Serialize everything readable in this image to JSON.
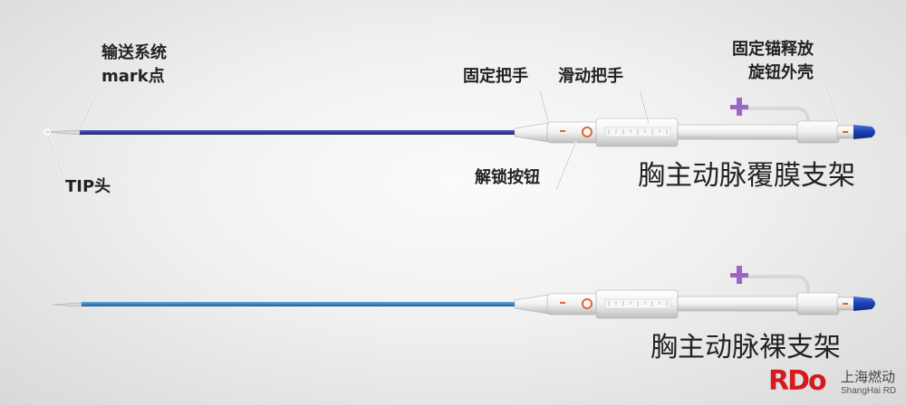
{
  "labels": {
    "mark_line1": "输送系统",
    "mark_line2": "mark点",
    "tip": "TIP头",
    "fixed_handle": "固定把手",
    "slide_handle": "滑动把手",
    "anchor_release_line1": "固定锚释放",
    "anchor_release_line2": "旋钮外壳",
    "unlock_button": "解锁按钮"
  },
  "devices": {
    "top_title": "胸主动脉覆膜支架",
    "bottom_title": "胸主动脉裸支架"
  },
  "logo": {
    "mark": "RDo",
    "name_cn": "上海燃动",
    "name_en": "ShangHai RD"
  },
  "colors": {
    "top_shaft": "#2a3592",
    "bottom_shaft": "#2f7fc1",
    "end_cap": "#1d3fb0",
    "accent_orange": "#e2632b",
    "port_purple": "#9c67c4",
    "logo_red": "#d51a1f"
  }
}
